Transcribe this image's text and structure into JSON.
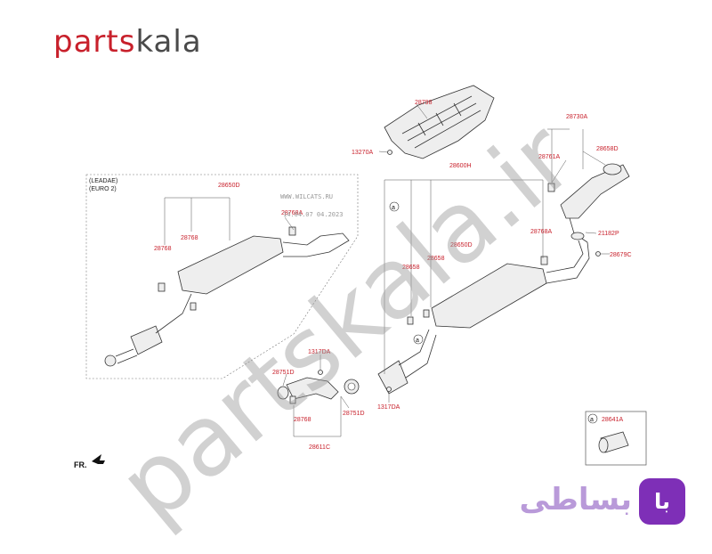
{
  "brand": {
    "part1": "parts",
    "part2": "kala"
  },
  "watermark": "partskala.ir",
  "stamp": {
    "line1": "WWW.WILCATS.RU",
    "line2": "14.04.07 04.2023"
  },
  "variant_label": {
    "line1": "(LEADAE)",
    "line2": "(EURO 2)"
  },
  "labels": {
    "p28798": "28798",
    "p13270A": "13270A",
    "p28730A": "28730A",
    "p28658D": "28658D",
    "p28761A": "28761A",
    "p28600H": "28600H",
    "p28650D_left": "28650D",
    "p28768A_left": "28768A",
    "p28768_left_a": "28768",
    "p28768_left_b": "28768",
    "p28768A_right": "28768A",
    "p21182P": "21182P",
    "p28679C": "28679C",
    "p28658_a": "28658",
    "p28658_b": "28658",
    "p28650D_right": "28650D",
    "p1317DA_top": "1317DA",
    "p28751D_left": "28751D",
    "p28751D_right": "28751D",
    "p28768_bottom": "28768",
    "p28611C": "28611C",
    "p1317DA_bottom": "1317DA",
    "p28641A": "28641A",
    "callout_a": "a"
  },
  "front_indicator": "FR.",
  "footer_brand": {
    "box": "با",
    "text": "بساطی"
  }
}
